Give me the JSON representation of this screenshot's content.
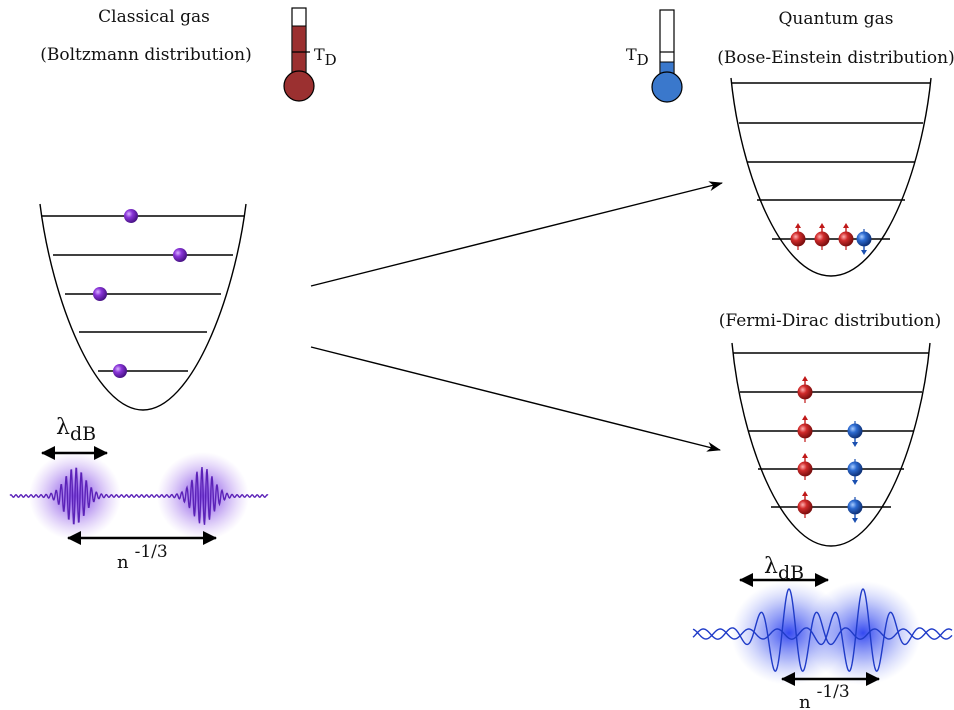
{
  "left_panel": {
    "title": "Classical gas",
    "subtitle": "(Boltzmann distribution)",
    "thermometer_label": "T",
    "thermometer_label_sub": "D",
    "thermometer_fill": "#9b3030",
    "particle_color": "#8a35d8",
    "wavelength_symbol": "λ",
    "wavelength_sub": "dB",
    "spacing_base": "n",
    "spacing_exp": "-1/3",
    "wave_color": "#5b22b8"
  },
  "right_panel": {
    "title": "Quantum gas",
    "bose_label": "(Bose-Einstein distribution)",
    "fermi_label": "(Fermi-Dirac distribution)",
    "thermometer_label": "T",
    "thermometer_label_sub": "D",
    "thermometer_fill": "#3a78cc",
    "spin_up_color": "#d02a2a",
    "spin_down_color": "#2c6ad0",
    "wavelength_symbol": "λ",
    "wavelength_sub": "dB",
    "spacing_base": "n",
    "spacing_exp": "-1/3",
    "wave_color": "#1f3bc8"
  },
  "arrows": [
    {
      "from": "classical-gas",
      "to": "bose-einstein"
    },
    {
      "from": "classical-gas",
      "to": "fermi-dirac"
    }
  ]
}
